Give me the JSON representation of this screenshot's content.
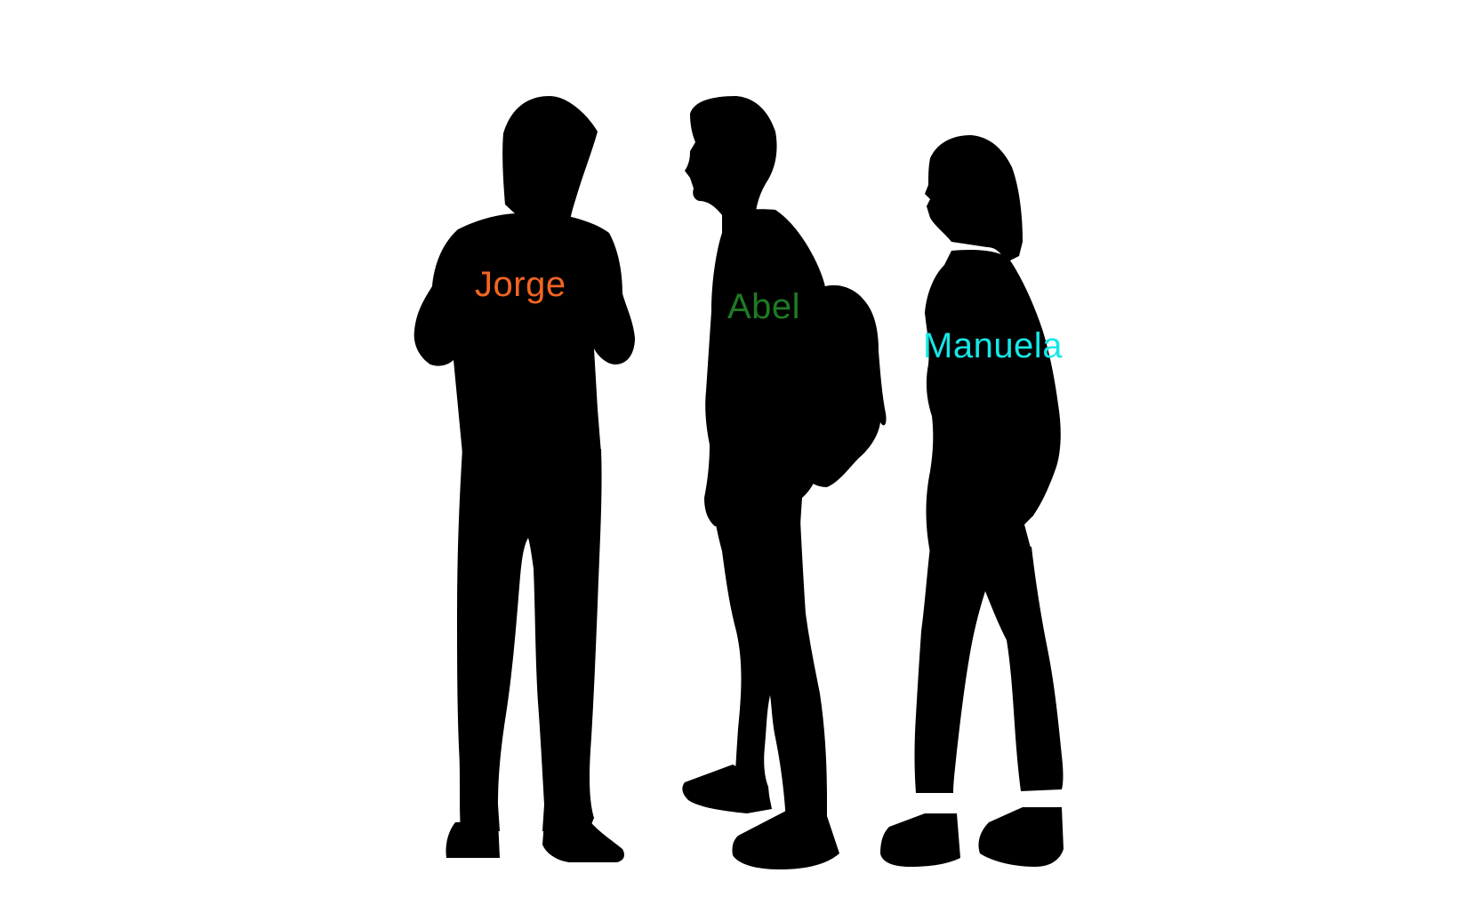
{
  "people": [
    {
      "name": "Jorge",
      "color": "#f26522"
    },
    {
      "name": "Abel",
      "color": "#1f7a23"
    },
    {
      "name": "Manuela",
      "color": "#17e6e6"
    }
  ],
  "silhouette_color": "#000000",
  "background_color": "#ffffff"
}
